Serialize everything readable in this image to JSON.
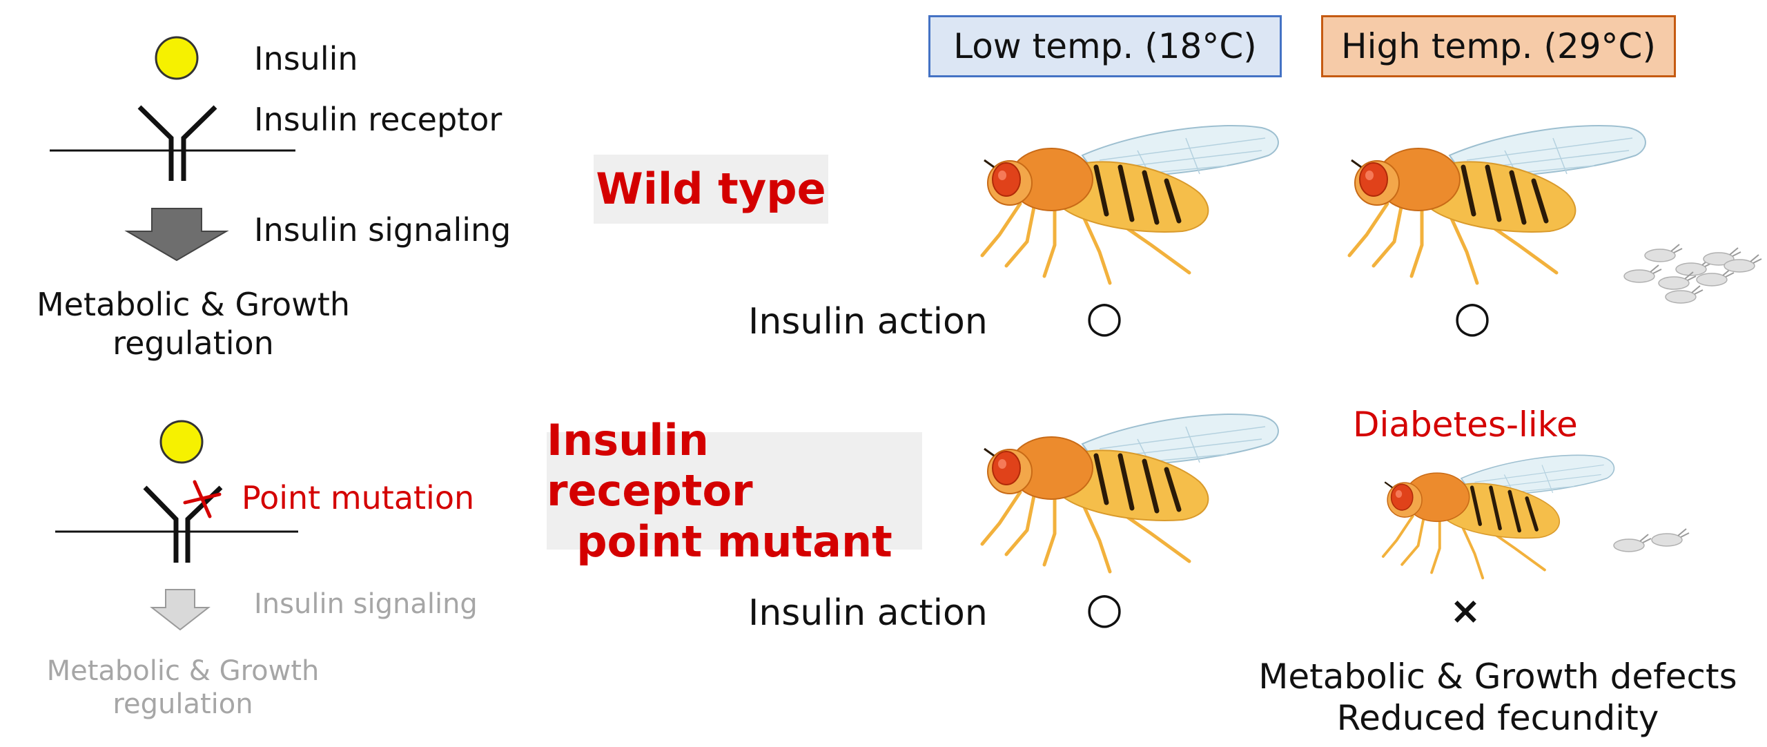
{
  "legend_top": {
    "insulin": "Insulin",
    "receptor": "Insulin receptor",
    "signaling": "Insulin signaling",
    "outcome_line1": "Metabolic & Growth",
    "outcome_line2": "regulation"
  },
  "legend_bottom": {
    "mutation": "Point mutation",
    "signaling": "Insulin signaling",
    "outcome_line1": "Metabolic & Growth",
    "outcome_line2": "regulation"
  },
  "headers": {
    "low": "Low temp. (18°C)",
    "high": "High temp. (29°C)"
  },
  "rows": {
    "wild": {
      "label_line1": "Wild type",
      "action_label": "Insulin action",
      "low_result": "○",
      "high_result": "○"
    },
    "mutant": {
      "label_line1": "Insulin receptor",
      "label_line2": "point mutant",
      "action_label": "Insulin action",
      "low_result": "○",
      "high_result": "×",
      "phenotype": "Diabetes-like",
      "defect_line1": "Metabolic & Growth defects",
      "defect_line2": "Reduced fecundity"
    }
  },
  "colors": {
    "red": "#d40000",
    "gray_text": "#a6a6a6",
    "low_bg": "#dce6f4",
    "low_border": "#4472c4",
    "high_bg": "#f6cba8",
    "high_border": "#c55a11",
    "insulin": "#f6f100"
  },
  "icons": [
    "insulin-molecule",
    "receptor-icon",
    "arrow-down-icon",
    "fly-icon",
    "egg-icon",
    "mutation-cross-icon"
  ]
}
